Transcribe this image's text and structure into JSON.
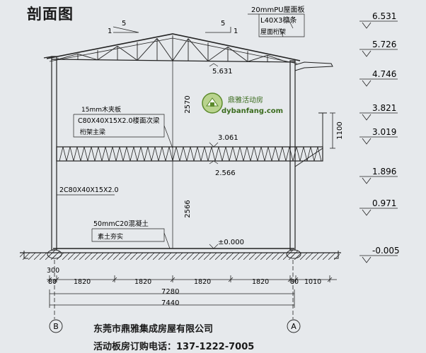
{
  "title": "剖面图",
  "roof_notes": [
    "20mmPU屋面板",
    "L40X3檩条",
    "屋面桁架"
  ],
  "slope": {
    "rise": "1",
    "run": "5"
  },
  "floor_notes": [
    "15mm木夹板",
    "C80X40X15X2.0楼面次梁",
    "桁架主梁"
  ],
  "column_note": "2C80X40X15X2.0",
  "ground_notes": [
    "50mmC20混凝土",
    "素土夯实"
  ],
  "inner_levels": [
    "5.631",
    "3.061",
    "2.566",
    "±0.000"
  ],
  "heights": {
    "upper": "2570",
    "lower": "2566",
    "railing": "1100"
  },
  "elevations": [
    "6.531",
    "5.726",
    "4.746",
    "3.821",
    "3.019",
    "1.896",
    "0.971",
    "-0.005"
  ],
  "dims_row1": [
    "300",
    "80",
    "1820",
    "1820",
    "1820",
    "1820",
    "80",
    "1010"
  ],
  "dims_total1": "7280",
  "dims_total2": "7440",
  "grid_left": "B",
  "grid_right": "A",
  "watermark": {
    "name": "鼎雅活动房",
    "url": "dybanfang.com"
  },
  "company": "东莞市鼎雅集成房屋有限公司",
  "phone": "活动板房订购电话：137-1222-7005"
}
